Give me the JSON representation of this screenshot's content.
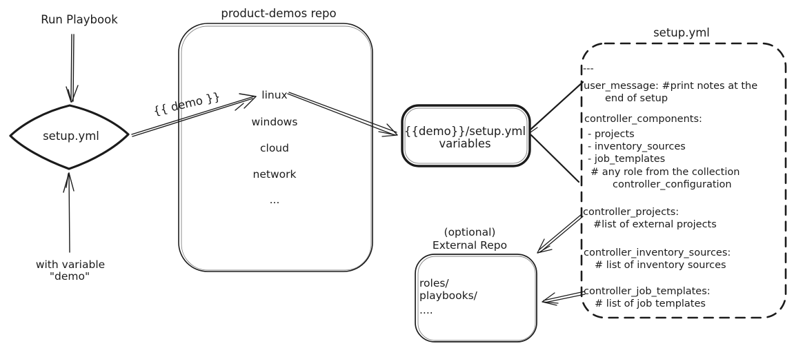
{
  "colors": {
    "ink": "#1b1b1b",
    "background": "#ffffff"
  },
  "left_flow": {
    "run_playbook_label": "Run Playbook",
    "diamond_label": "setup.yml",
    "with_variable_line1": "with variable",
    "with_variable_line2": "\"demo\""
  },
  "repo": {
    "title": "product-demos repo",
    "items": [
      "linux",
      "windows",
      "cloud",
      "network",
      "..."
    ]
  },
  "arrows": {
    "demo_label": "{{ demo }}"
  },
  "variables_box": {
    "line1": "{{demo}}/setup.yml",
    "line2": "variables"
  },
  "setup_yml": {
    "title": "setup.yml",
    "lines": [
      "---",
      "user_message: #print notes at the",
      "end of setup",
      "controller_components:",
      "- projects",
      "- inventory_sources",
      "- job_templates",
      "# any role from the collection",
      "controller_configuration",
      "controller_projects:",
      "#list of external projects",
      "controller_inventory_sources:",
      "# list of inventory sources",
      "controller_job_templates:",
      "# list of job templates"
    ]
  },
  "external_repo": {
    "label_line1": "(optional)",
    "label_line2": "External Repo",
    "content": [
      "roles/",
      "playbooks/",
      "...."
    ]
  }
}
